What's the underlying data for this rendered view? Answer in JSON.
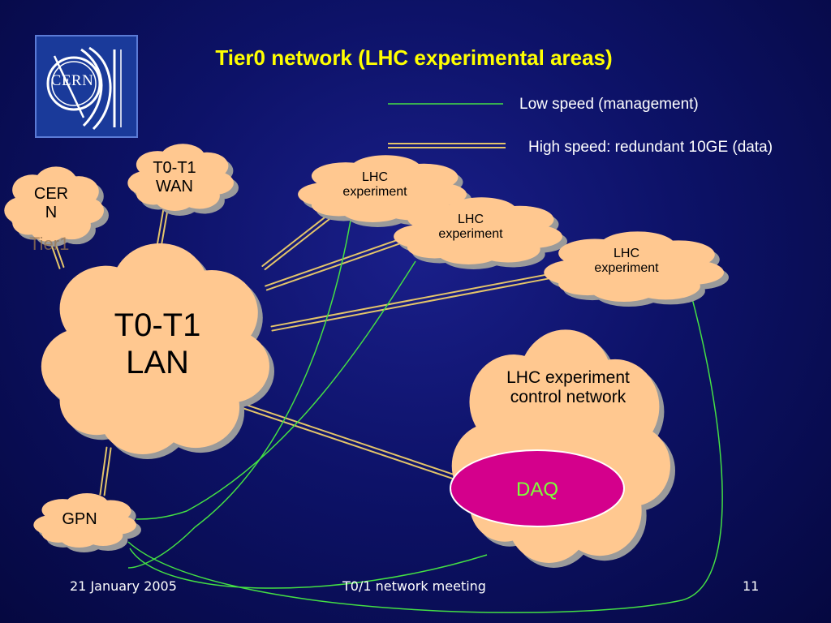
{
  "slide": {
    "title": "Tier0 network (LHC experimental areas)",
    "logo_text": "CERN"
  },
  "legend": {
    "low_speed": "Low speed (management)",
    "high_speed": "High speed: redundant 10GE (data)",
    "low_speed_color": "#44e044",
    "high_speed_color": "#e3c46a"
  },
  "nodes": {
    "cern_tier1_line1": "CER",
    "cern_tier1_line2": "N",
    "cern_tier1_ghost": "Tier1",
    "t0t1_wan_line1": "T0-T1",
    "t0t1_wan_line2": "WAN",
    "lhc_exp1_line1": "LHC",
    "lhc_exp1_line2": "experiment",
    "lhc_exp2_line1": "LHC",
    "lhc_exp2_line2": "experiment",
    "lhc_exp3_line1": "LHC",
    "lhc_exp3_line2": "experiment",
    "t0t1_lan_line1": "T0-T1",
    "t0t1_lan_line2": "LAN",
    "control_line1": "LHC experiment",
    "control_line2": "control network",
    "daq": "DAQ",
    "gpn": "GPN"
  },
  "colors": {
    "cloud_fill": "#ffc890",
    "cloud_shadow": "#9a9a9a",
    "daq_fill": "#d4008c",
    "daq_text": "#7dff3a",
    "title": "#ffff00"
  },
  "footer": {
    "date": "21 January 2005",
    "event": "T0/1 network meeting",
    "page": "11"
  }
}
